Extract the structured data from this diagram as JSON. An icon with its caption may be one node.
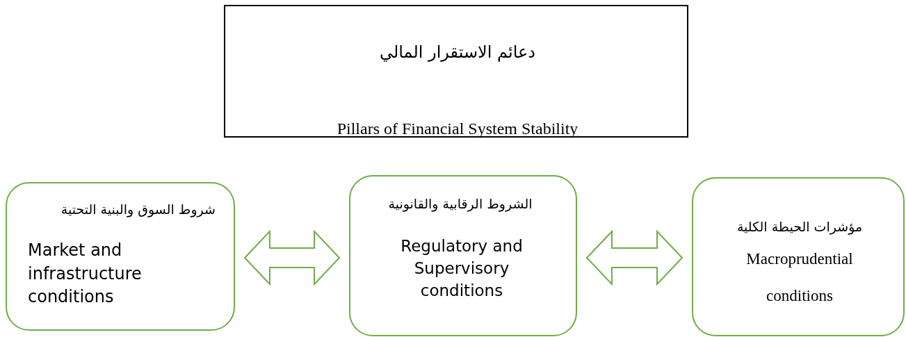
{
  "diagram": {
    "nodes": [
      {
        "text": [
          "دعائم الاستقرار المالي",
          "Pillars of Financial System Stability"
        ]
      },
      {
        "text": [
          "شروط السوق والبنية التحتية",
          "Market and infrastructure conditions"
        ]
      },
      {
        "text": [
          "الشروط الرقابية والقانونية",
          "Regulatory and Supervisory conditions"
        ]
      },
      {
        "text": [
          "مؤشرات الحيطة الكلية",
          "Macroprudential conditions"
        ]
      }
    ],
    "edges": [
      {
        "from": 1,
        "to": 2,
        "arrow": "both"
      },
      {
        "from": 2,
        "to": 3,
        "arrow": "both"
      }
    ]
  }
}
